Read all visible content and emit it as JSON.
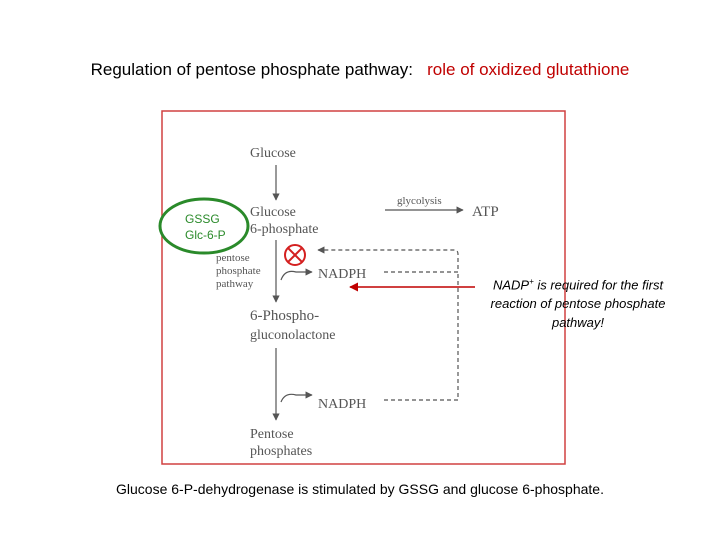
{
  "title": {
    "main": "Regulation of pentose phosphate pathway:",
    "highlight": "role of oxidized glutathione"
  },
  "pathway": {
    "glucose": "Glucose",
    "g6p_line1": "Glucose",
    "g6p_line2": "6-phosphate",
    "glycolysis": "glycolysis",
    "atp": "ATP",
    "ppp_line1": "pentose",
    "ppp_line2": "phosphate",
    "ppp_line3": "pathway",
    "nadph_1": "NADPH",
    "pgl_line1": "6-Phospho-",
    "pgl_line2": "gluconolactone",
    "nadph_2": "NADPH",
    "pentose_line1": "Pentose",
    "pentose_line2": "phosphates"
  },
  "activators": {
    "line1": "GSSG",
    "line2": "Glc-6-P"
  },
  "note": {
    "prefix": "NADP",
    "superscript": "+",
    "text": " is required for the first reaction of pentose phosphate pathway!"
  },
  "caption": "Glucose 6-P-dehydrogenase is stimulated by GSSG and glucose 6-phosphate.",
  "colors": {
    "accent": "#c00000",
    "frame": "#d04040",
    "activator": "#2a8a2a",
    "inhibitor": "#d42020",
    "diagram_text": "#555555"
  }
}
